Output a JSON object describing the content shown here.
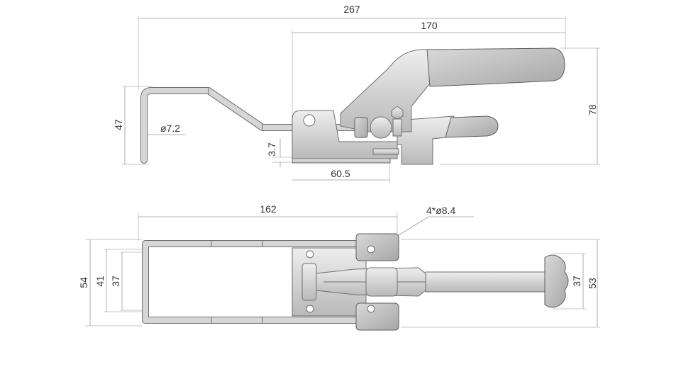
{
  "side_view": {
    "overall_length": "267",
    "clamp_length": "170",
    "height": "78",
    "hook_height": "47",
    "rod_diameter": "ø7.2",
    "base_thickness": "3.7",
    "base_length": "60.5"
  },
  "top_view": {
    "loop_length": "162",
    "holes": "4*ø8.4",
    "outer_width": "54",
    "loop_width": "41",
    "inner_width": "37",
    "handle_width": "37",
    "base_width": "53"
  }
}
